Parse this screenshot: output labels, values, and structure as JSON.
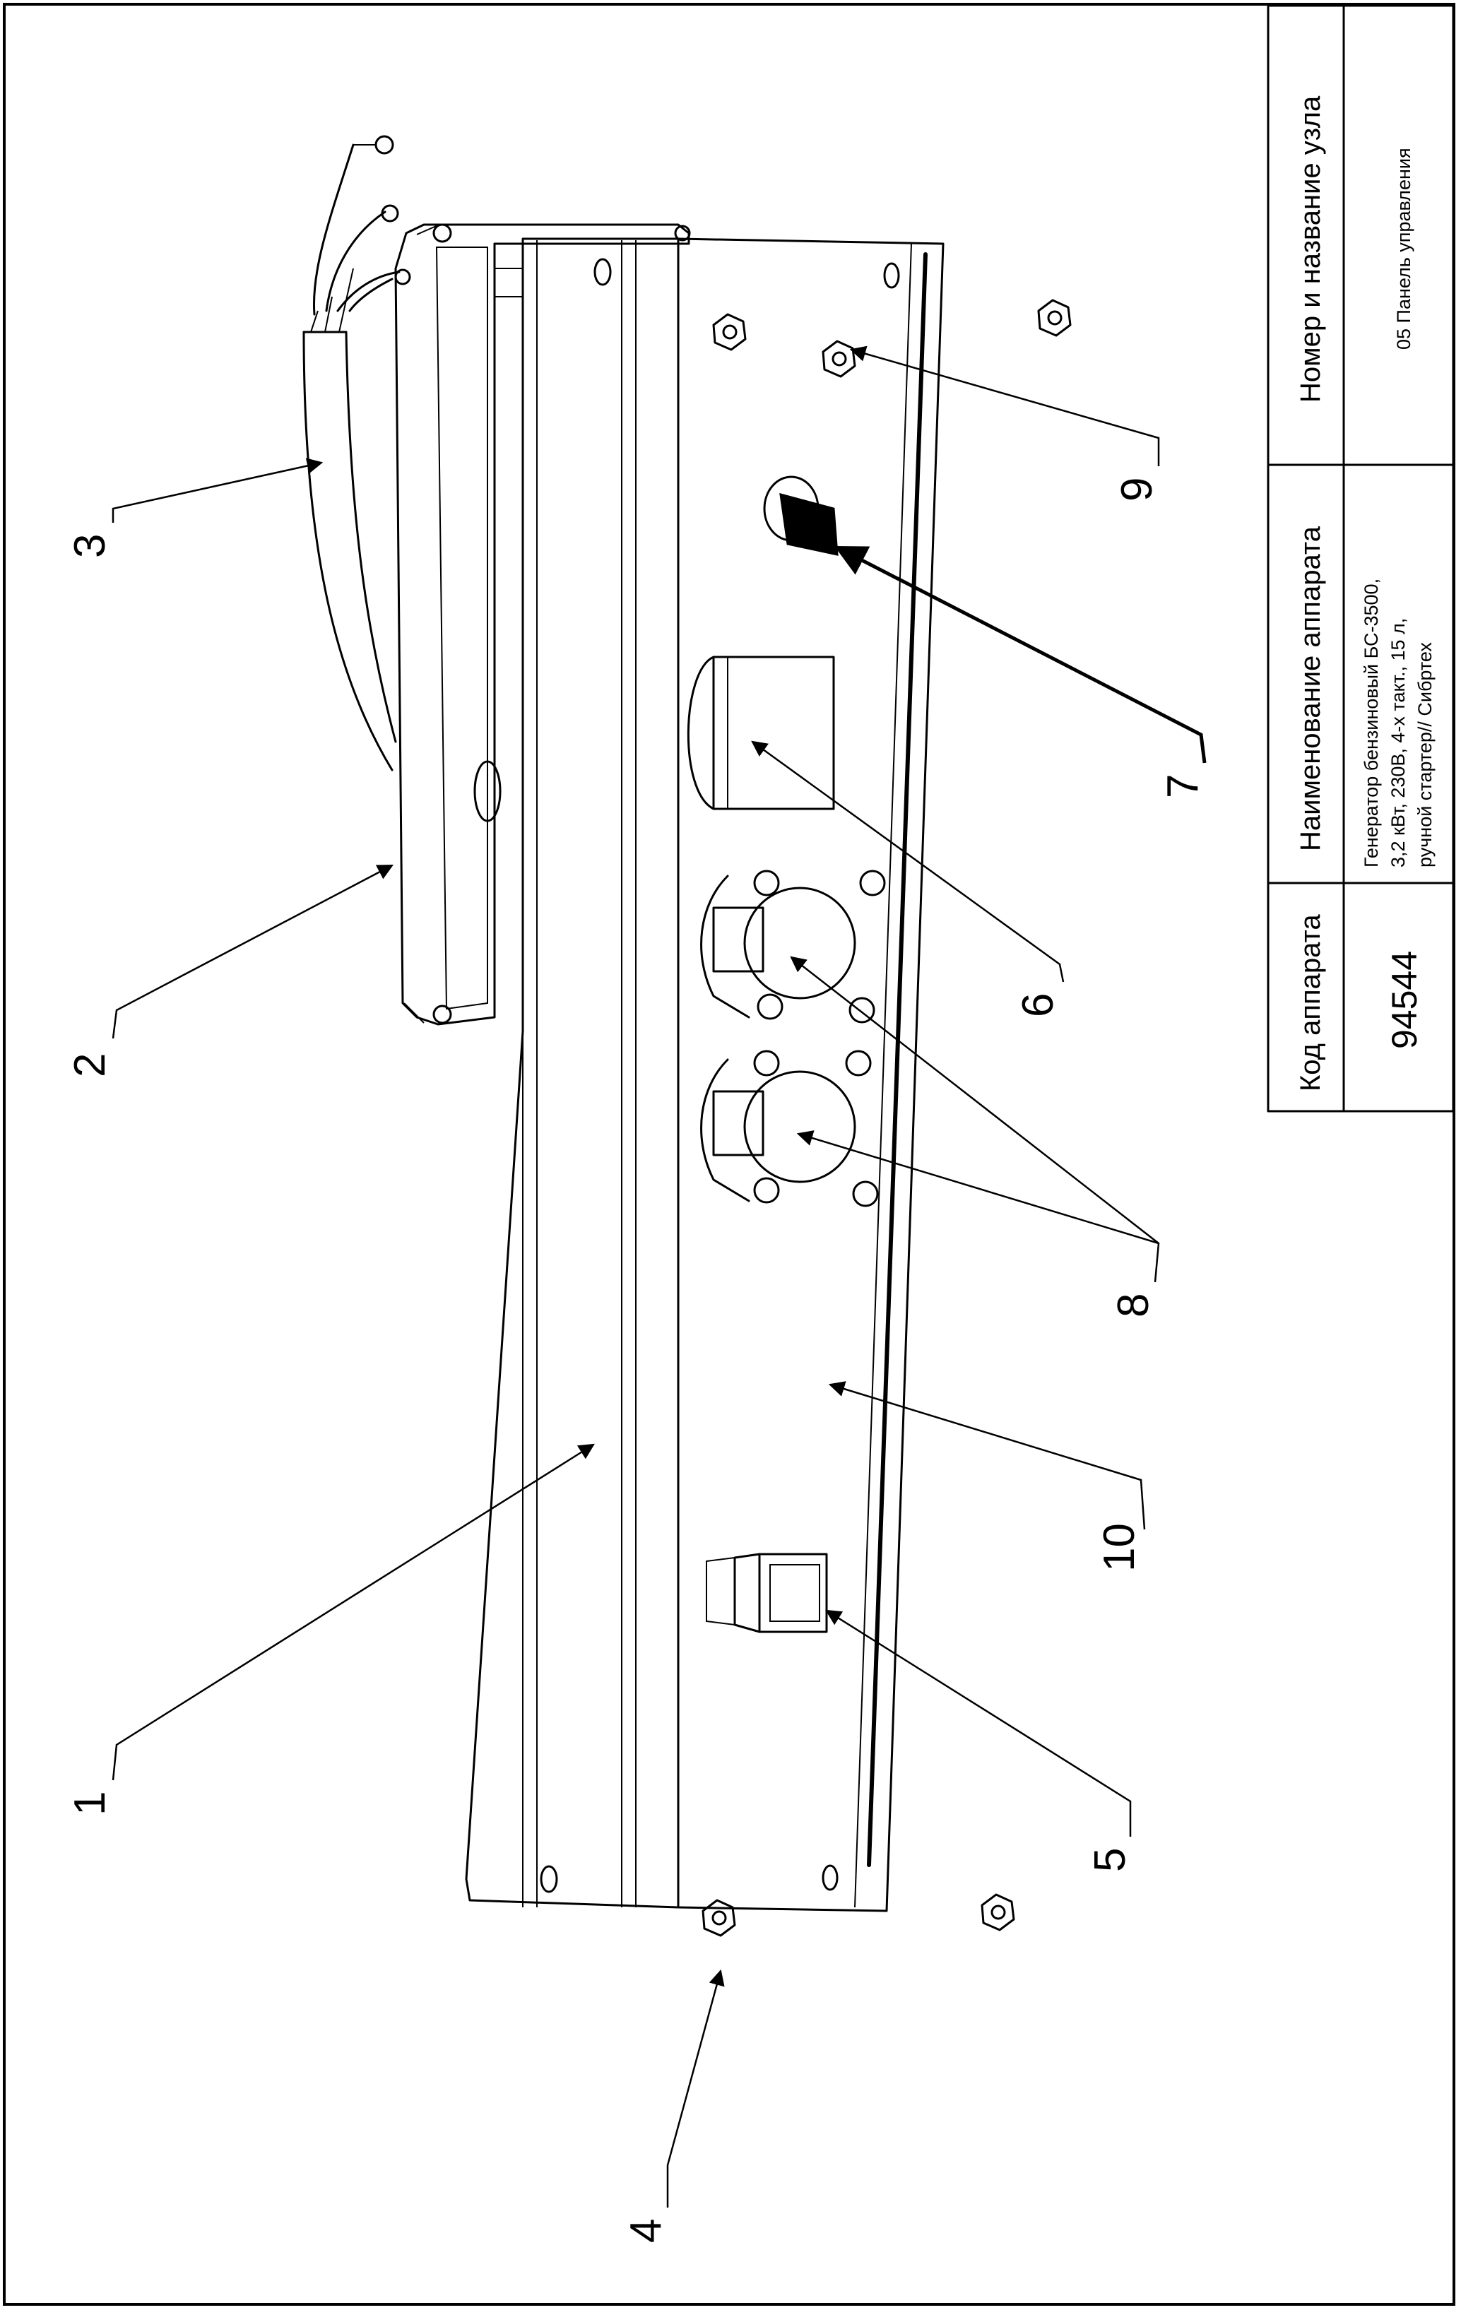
{
  "title_block": {
    "code_header": "Код аппарата",
    "code_value": "94544",
    "device_header": "Наименование аппарата",
    "device_line1": "Генератор бензиновый БС-3500,",
    "device_line2": "3,2 кВт, 230В, 4-х такт., 15 л,",
    "device_line3": "ручной стартер// Сибртех",
    "node_header": "Номер и название узла",
    "node_value": "05 Панель управления"
  },
  "callouts": {
    "c1": "1",
    "c2": "2",
    "c3": "3",
    "c4": "4",
    "c5": "5",
    "c6": "6",
    "c7": "7",
    "c8": "8",
    "c9": "9",
    "c10": "10"
  }
}
